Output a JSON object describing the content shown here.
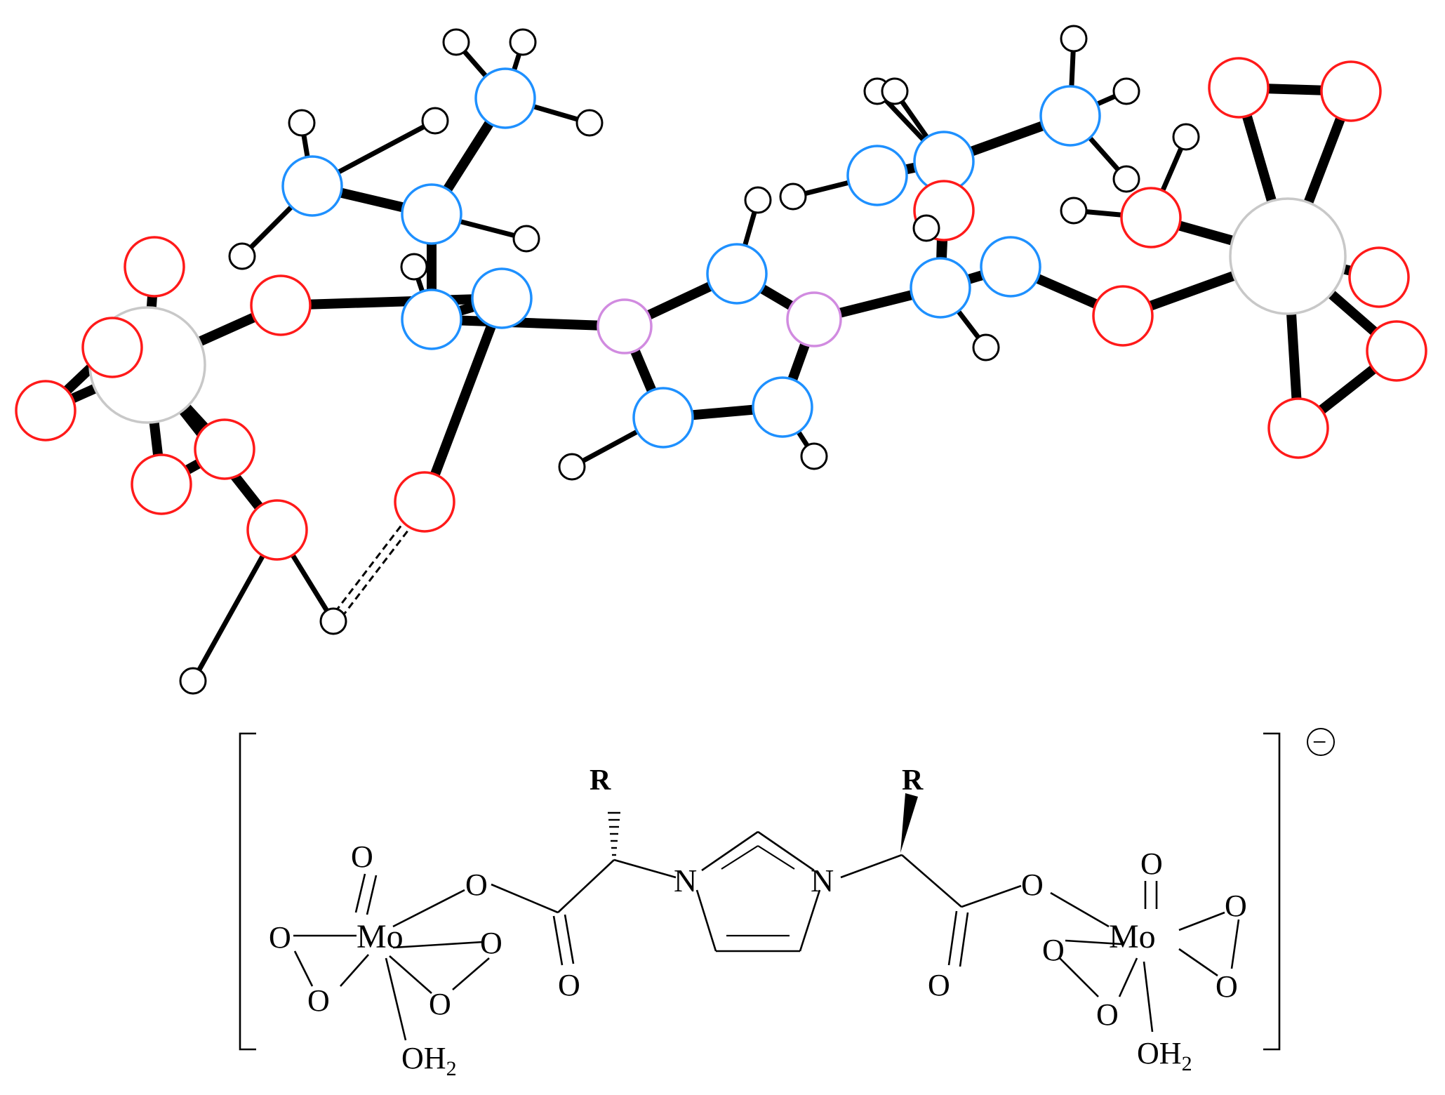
{
  "labels": {
    "mo_left": "Mo",
    "mo_right": "Mo",
    "n_left": "N",
    "n_right": "N",
    "r_left": "R",
    "r_right": "R",
    "o": "O",
    "oh2_left_main": "OH",
    "oh2_left_sub": "2",
    "oh2_right_main": "OH",
    "oh2_right_sub": "2",
    "charge": "−"
  },
  "colors": {
    "carbon": "#1e90ff",
    "oxygen": "#ff1a1a",
    "nitrogen": "#d18be0",
    "hydrogen": "#000000",
    "metal": "#c8c8c8",
    "bond": "#000000"
  }
}
